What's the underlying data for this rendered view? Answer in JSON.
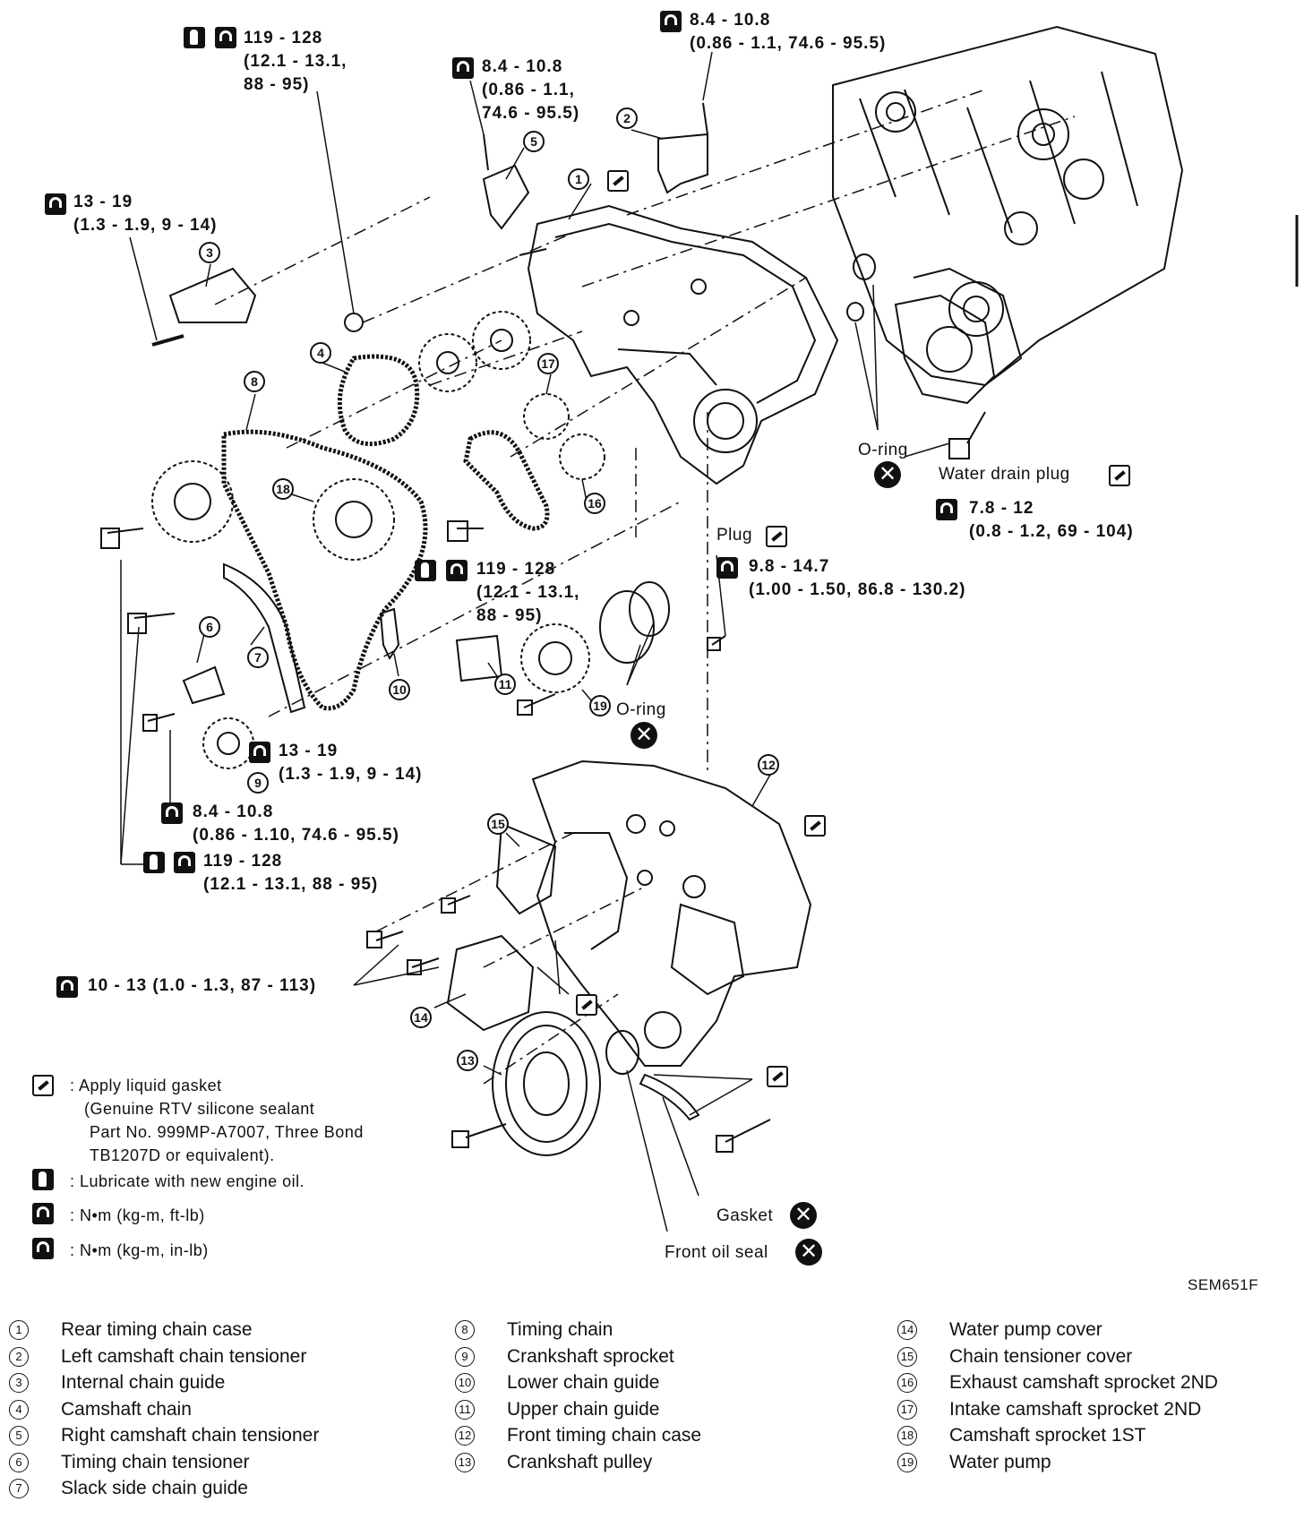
{
  "diagram": {
    "code": "SEM651F",
    "torque_labels": {
      "t_crank_top_a": "119 - 128",
      "t_crank_top_b": "(12.1 - 13.1,",
      "t_crank_top_c": "88 - 95)",
      "t_b1_a": "8.4 - 10.8",
      "t_b1_b": "(0.86 - 1.1,",
      "t_b1_c": "74.6 - 95.5)",
      "t_b2_a": "8.4 - 10.8",
      "t_b2_b": "(0.86 - 1.1, 74.6 - 95.5)",
      "t_guide_a": "13 - 19",
      "t_guide_b": "(1.3 - 1.9, 9 - 14)",
      "t_drain_a": "7.8 - 12",
      "t_drain_b": "(0.8 - 1.2, 69 - 104)",
      "t_plug_a": "9.8 - 14.7",
      "t_plug_b": "(1.00 - 1.50, 86.8 - 130.2)",
      "t_mid_a": "119 - 128",
      "t_mid_b": "(12.1 - 13.1,",
      "t_mid_c": "88 - 95)",
      "t_tens_a": "13 - 19",
      "t_tens_b": "(1.3 - 1.9, 9 - 14)",
      "t_lower_a": "8.4 - 10.8",
      "t_lower_b": "(0.86 - 1.10, 74.6 - 95.5)",
      "t_cam1_a": "119 - 128",
      "t_cam1_b": "(12.1 - 13.1, 88 - 95)",
      "t_cover": "10 - 13 (1.0 - 1.3, 87 - 113)"
    },
    "callouts": {
      "oring_1": "O-ring",
      "oring_2": "O-ring",
      "water_drain_plug": "Water drain plug",
      "plug": "Plug",
      "gasket": "Gasket",
      "front_oil_seal": "Front oil seal"
    },
    "numbers": [
      "1",
      "2",
      "3",
      "4",
      "5",
      "6",
      "7",
      "8",
      "9",
      "10",
      "11",
      "12",
      "13",
      "14",
      "15",
      "16",
      "17",
      "18",
      "19"
    ]
  },
  "legend": {
    "gasket_line1": ": Apply liquid gasket",
    "gasket_line2": "(Genuine RTV silicone sealant",
    "gasket_line3": "Part No. 999MP-A7007, Three Bond",
    "gasket_line4": "TB1207D or equivalent).",
    "oil": ": Lubricate with new engine oil.",
    "nm_ftlb": ": N•m (kg-m, ft-lb)",
    "nm_inlb": ": N•m (kg-m, in-lb)"
  },
  "parts": [
    {
      "no": "1",
      "name": "Rear timing chain case"
    },
    {
      "no": "2",
      "name": "Left camshaft chain tensioner"
    },
    {
      "no": "3",
      "name": "Internal chain guide"
    },
    {
      "no": "4",
      "name": "Camshaft chain"
    },
    {
      "no": "5",
      "name": "Right camshaft chain tensioner"
    },
    {
      "no": "6",
      "name": "Timing chain tensioner"
    },
    {
      "no": "7",
      "name": "Slack side chain guide"
    },
    {
      "no": "8",
      "name": "Timing chain"
    },
    {
      "no": "9",
      "name": "Crankshaft sprocket"
    },
    {
      "no": "10",
      "name": "Lower chain guide"
    },
    {
      "no": "11",
      "name": "Upper chain guide"
    },
    {
      "no": "12",
      "name": "Front timing chain case"
    },
    {
      "no": "13",
      "name": "Crankshaft pulley"
    },
    {
      "no": "14",
      "name": "Water pump cover"
    },
    {
      "no": "15",
      "name": "Chain tensioner cover"
    },
    {
      "no": "16",
      "name": "Exhaust camshaft sprocket 2ND"
    },
    {
      "no": "17",
      "name": "Intake camshaft sprocket 2ND"
    },
    {
      "no": "18",
      "name": "Camshaft sprocket 1ST"
    },
    {
      "no": "19",
      "name": "Water pump"
    }
  ]
}
